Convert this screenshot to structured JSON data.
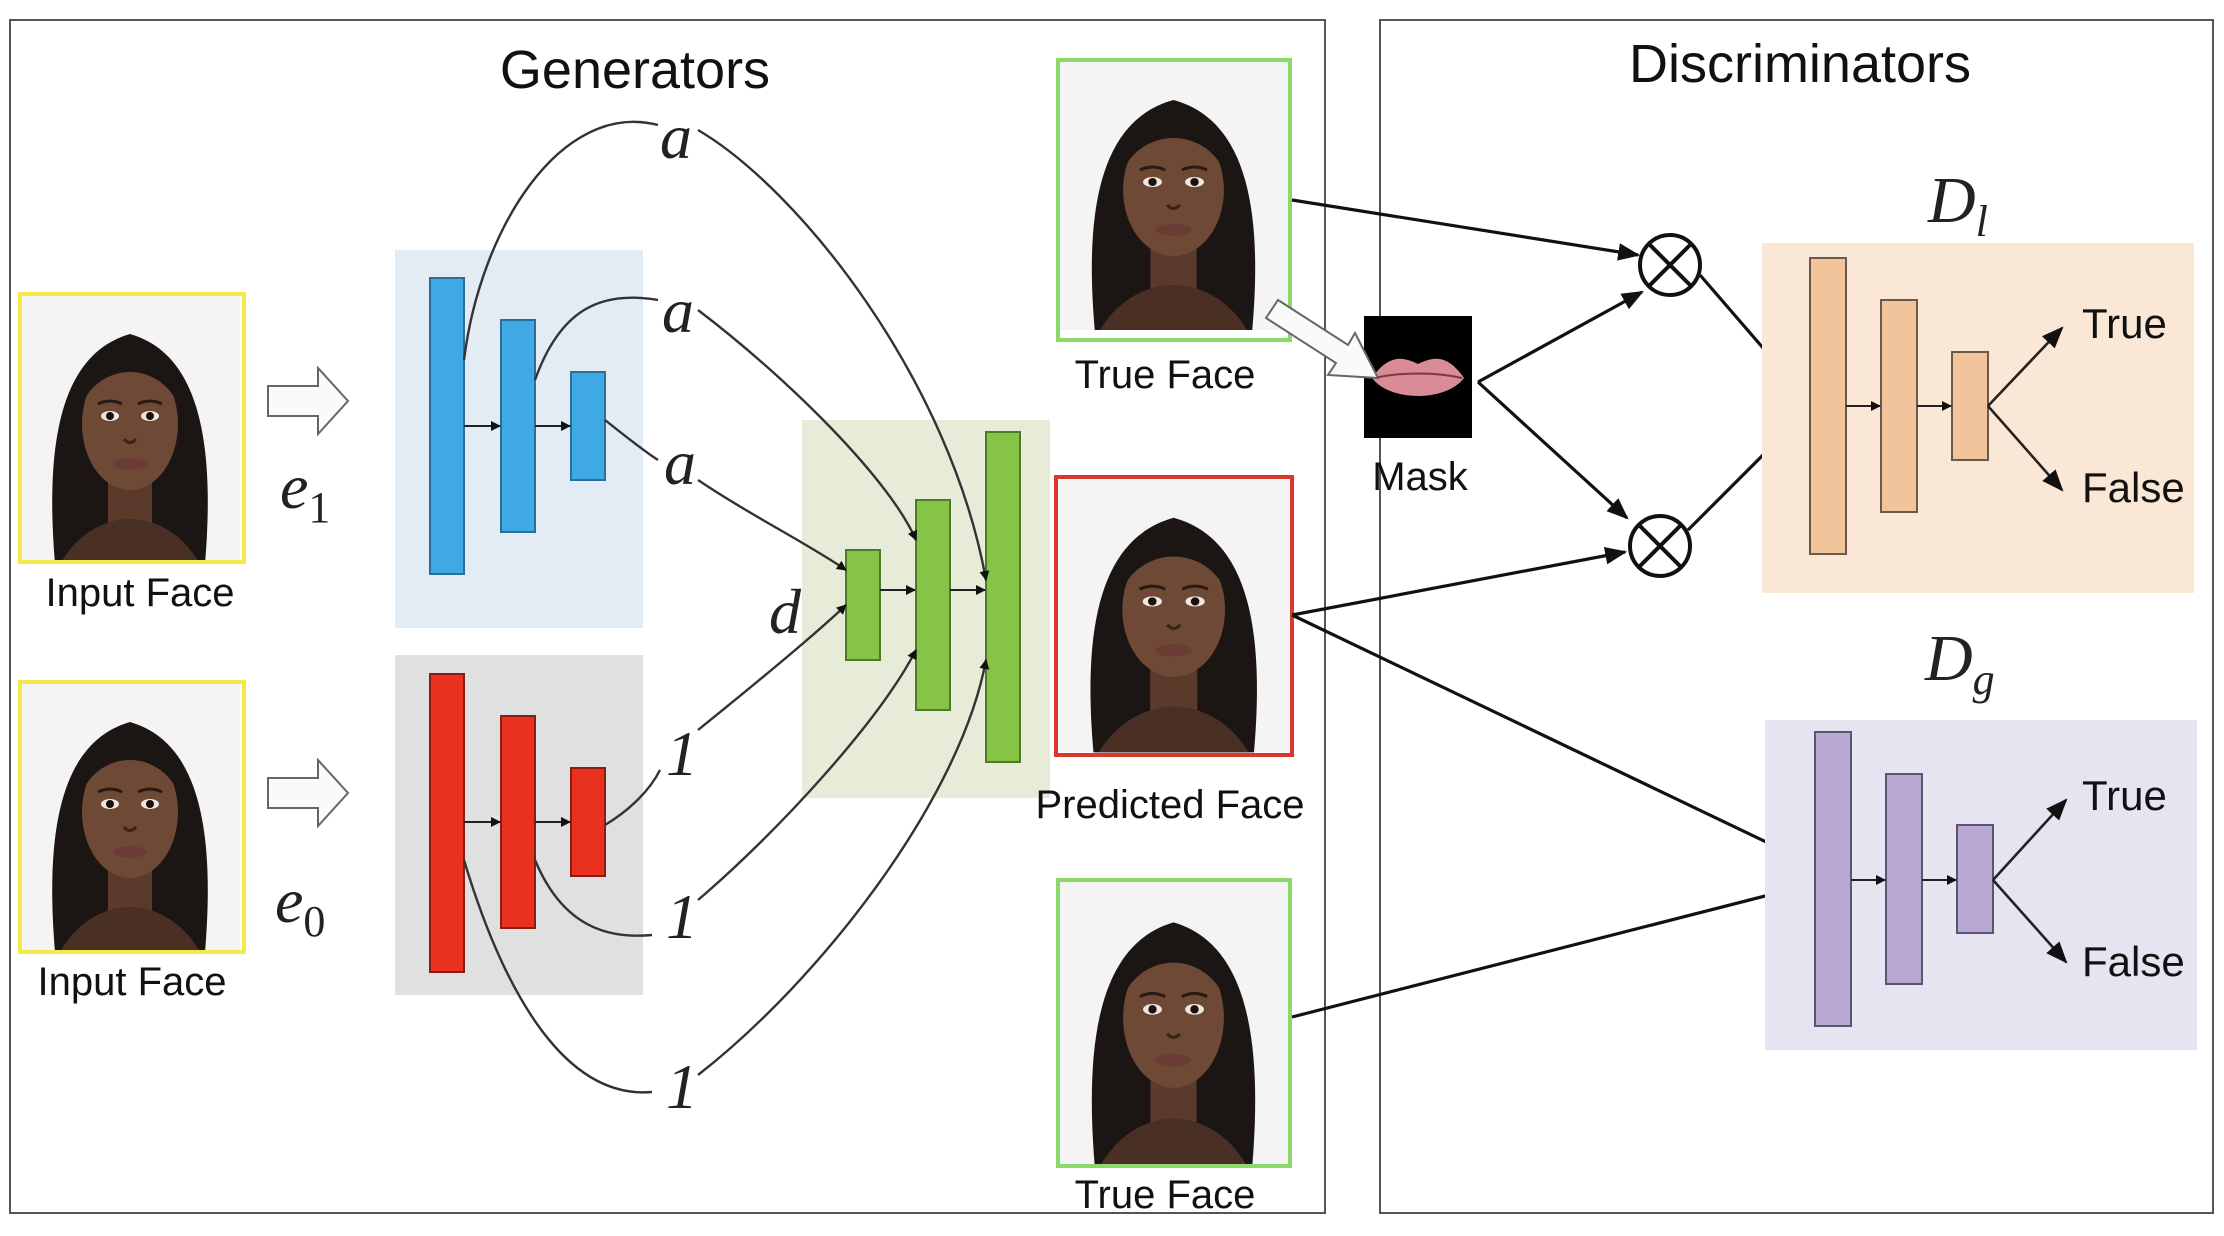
{
  "generators_title": "Generators",
  "discriminators_title": "Discriminators",
  "faces": {
    "input_face_top": "Input Face",
    "input_face_bottom": "Input Face",
    "true_face_top": "True Face",
    "predicted_face": "Predicted Face",
    "true_face_bottom": "True Face",
    "mask": "Mask"
  },
  "symbols": {
    "e1_base": "e",
    "e1_sub": "1",
    "e0_base": "e",
    "e0_sub": "0",
    "a_top": "a",
    "a_mid": "a",
    "a_low": "a",
    "d": "d",
    "one_top": "1",
    "one_mid": "1",
    "one_low": "1",
    "dl_base": "D",
    "dl_sub": "l",
    "dg_base": "D",
    "dg_sub": "g",
    "otimes": "⊗"
  },
  "outputs": {
    "dl_true": "True",
    "dl_false": "False",
    "dg_true": "True",
    "dg_false": "False"
  },
  "colors": {
    "blue_block": "#3fa9e6",
    "blue_panel": "#e3ebf4",
    "red_block": "#e8311f",
    "red_panel": "#e0e0e0",
    "green_block": "#85c447",
    "green_panel": "#e7ecd9",
    "orange_block": "#f2c49b",
    "orange_panel": "#fbe7d6",
    "purple_block": "#b9a9d2",
    "purple_panel": "#e6e4f0",
    "input_frame": "#f5e94a",
    "true_frame": "#8cd86a",
    "pred_frame": "#d9382c"
  }
}
